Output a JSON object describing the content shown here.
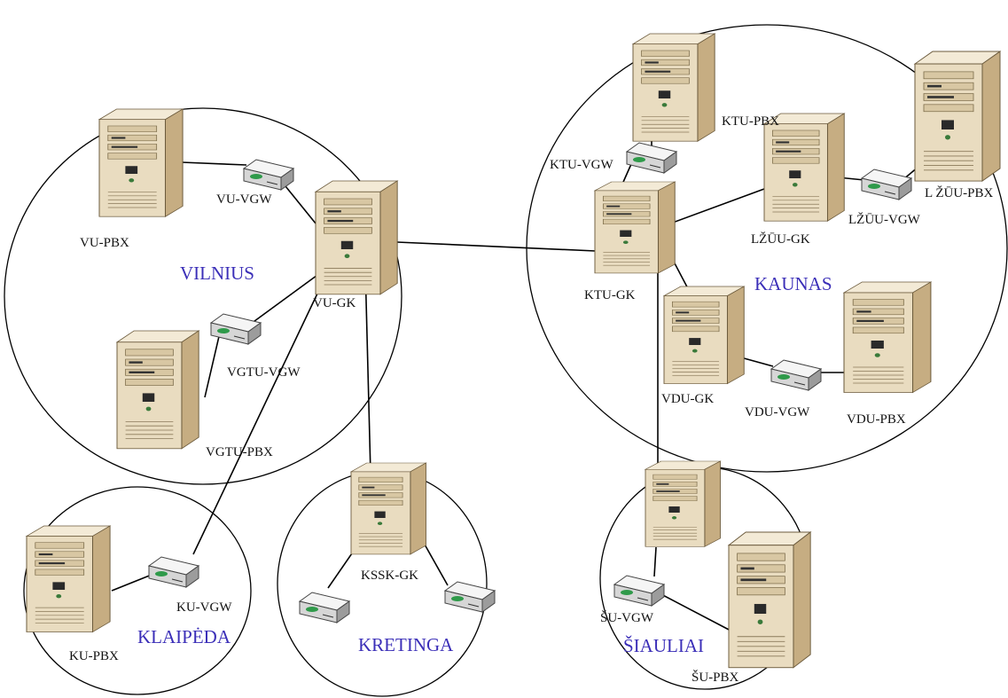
{
  "colors": {
    "city_label": "#3b2fb8",
    "server_body": "#e9dcc0",
    "server_side": "#c6ad82",
    "gateway_body": "#e9e9e9",
    "gateway_led": "#2f9a4a",
    "line": "#000000"
  },
  "icons": {
    "server": "server-tower-icon",
    "gateway": "voip-gateway-icon"
  },
  "regions": {
    "vilnius": "VILNIUS",
    "kaunas": "KAUNAS",
    "klaipeda": "KLAIPĖDA",
    "kretinga": "KRETINGA",
    "siauliai": "ŠIAULIAI"
  },
  "nodes": {
    "vu_pbx": "VU-PBX",
    "vu_vgw": "VU-VGW",
    "vu_gk": "VU-GK",
    "vgtu_vgw": "VGTU-VGW",
    "vgtu_pbx": "VGTU-PBX",
    "ku_pbx": "KU-PBX",
    "ku_vgw": "KU-VGW",
    "kssk_gk": "KSSK-GK",
    "ktu_pbx": "KTU-PBX",
    "ktu_vgw": "KTU-VGW",
    "ktu_gk": "KTU-GK",
    "lzuu_gk": "LŽŪU-GK",
    "lzuu_vgw": "LŽŪU-VGW",
    "lzuu_pbx": "L ŽŪU-PBX",
    "vdu_gk": "VDU-GK",
    "vdu_vgw": "VDU-VGW",
    "vdu_pbx": "VDU-PBX",
    "su_vgw": "ŠU-VGW",
    "su_pbx": "ŠU-PBX"
  }
}
